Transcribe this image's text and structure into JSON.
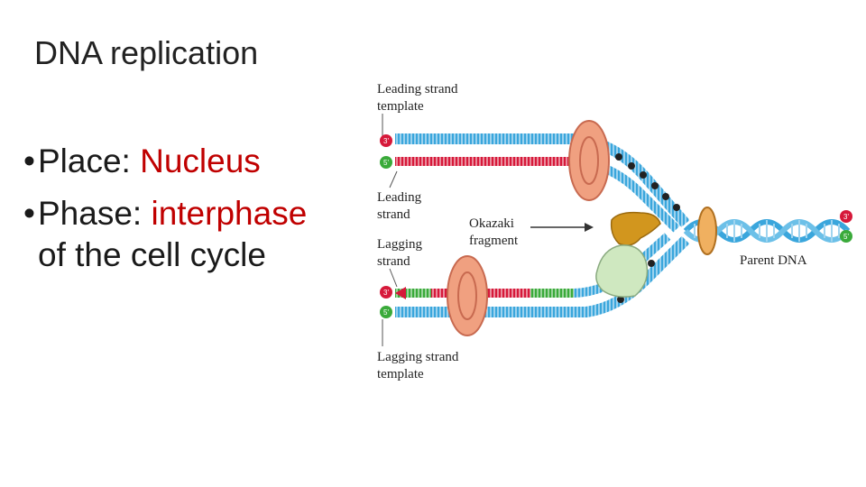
{
  "slide": {
    "title": "DNA replication",
    "bullets": [
      {
        "label": "Place: ",
        "value": "Nucleus",
        "continuation": ""
      },
      {
        "label": "Phase: ",
        "value": "interphase",
        "continuation": "of the cell cycle"
      }
    ]
  },
  "diagram": {
    "labels": {
      "leading_template_1": "Leading strand",
      "leading_template_2": "template",
      "leading_strand_1": "Leading",
      "leading_strand_2": "strand",
      "lagging_strand_1": "Lagging",
      "lagging_strand_2": "strand",
      "okazaki_1": "Okazaki",
      "okazaki_2": "fragment",
      "parent_dna": "Parent DNA",
      "lagging_template_1": "Lagging strand",
      "lagging_template_2": "template"
    },
    "end_marks": {
      "top_upper": "3'",
      "top_lower": "5'",
      "bottom_upper": "3'",
      "bottom_lower": "5'",
      "right_upper": "3'",
      "right_lower": "5'"
    },
    "colors": {
      "template_blue": "#3aa6dc",
      "new_red": "#d6193a",
      "new_green": "#3aaa3a",
      "polymerase_pink": "#f0a080",
      "helicase_orange": "#e89a2a",
      "primase_tan": "#c89020",
      "ligase_green": "#bfe0b0"
    }
  }
}
